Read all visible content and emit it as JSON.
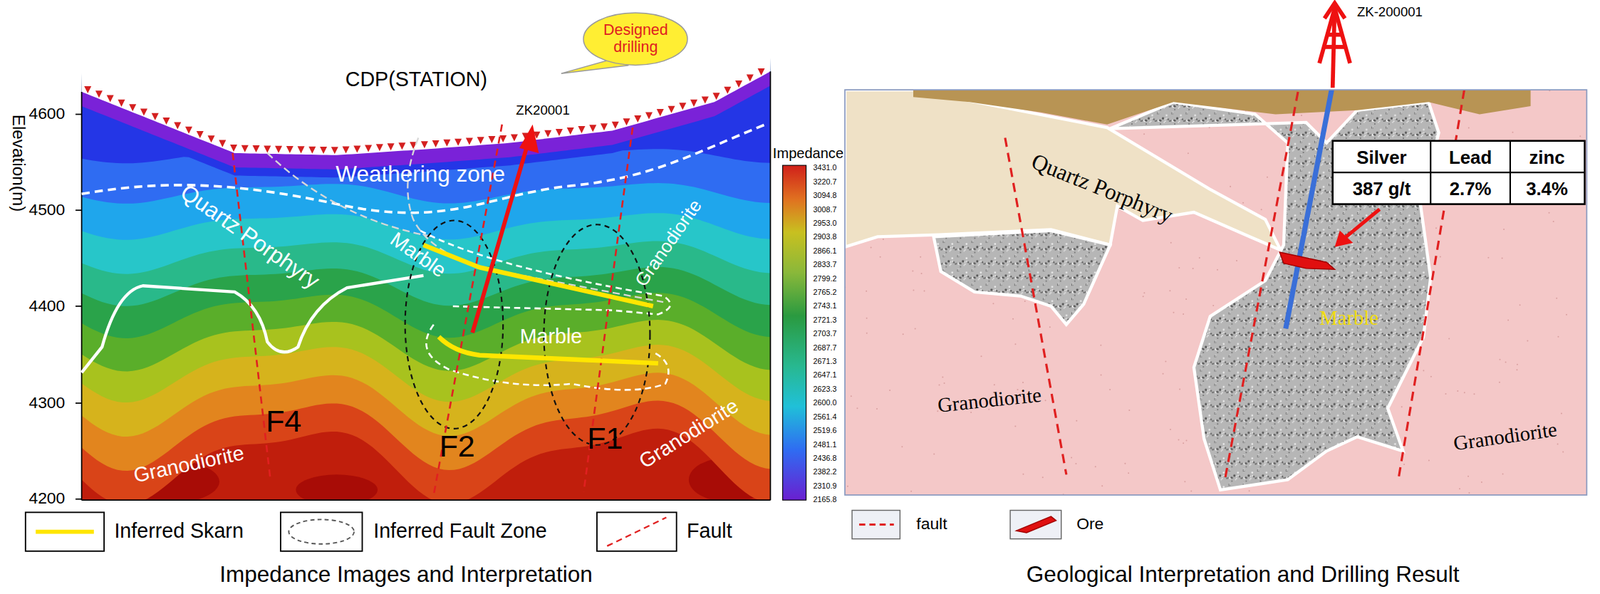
{
  "diagram": {
    "nodes": [
      {
        "text": [
          "Designed drilling"
        ]
      }
    ],
    "labels": [
      "CDP(STATION)",
      "Elevation(m)",
      "4600",
      "4500",
      "4400",
      "4300",
      "4200",
      "ZK20001",
      "Weathering zone",
      "Quartz Porphyry",
      "Marble",
      "Granodiorite",
      "Marble",
      "F4",
      "F2",
      "F1",
      "Granodiorite",
      "Granodiorite",
      "Impedance",
      "3431.0",
      "3220.7",
      "3094.8",
      "3008.7",
      "2953.0",
      "2903.8",
      "2866.1",
      "2833.7",
      "2799.2",
      "2765.2",
      "2743.1",
      "2721.3",
      "2703.7",
      "2687.7",
      "2671.3",
      "2647.1",
      "2623.3",
      "2600.0",
      "2561.4",
      "2519.6",
      "2481.1",
      "2436.8",
      "2382.2",
      "2310.9",
      "2165.8",
      "Impedance Images and Interpretation",
      "ZK-200001",
      "Quartz Porphyry",
      "Silver",
      "Lead",
      "zinc",
      "387 g/t",
      "2.7%",
      "3.4%",
      "Marble",
      "Granodiorite",
      "Granodiorite",
      "Geological Interpretation and Drilling Result"
    ],
    "legend": [
      {
        "text": "Inferred Skarn"
      },
      {
        "text": "Inferred Fault Zone"
      },
      {
        "text": "Fault"
      },
      {
        "text": "fault"
      },
      {
        "text": "Ore"
      }
    ]
  }
}
